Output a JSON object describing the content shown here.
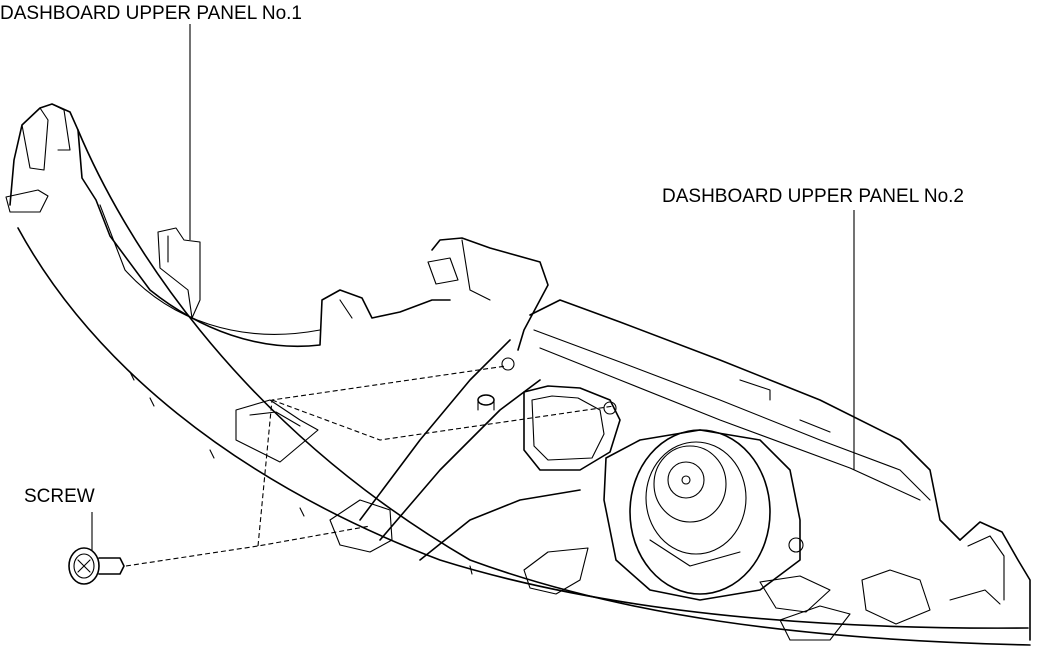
{
  "labels": {
    "panel1": "DASHBOARD UPPER PANEL No.1",
    "panel2": "DASHBOARD UPPER PANEL No.2",
    "screw": "SCREW"
  }
}
